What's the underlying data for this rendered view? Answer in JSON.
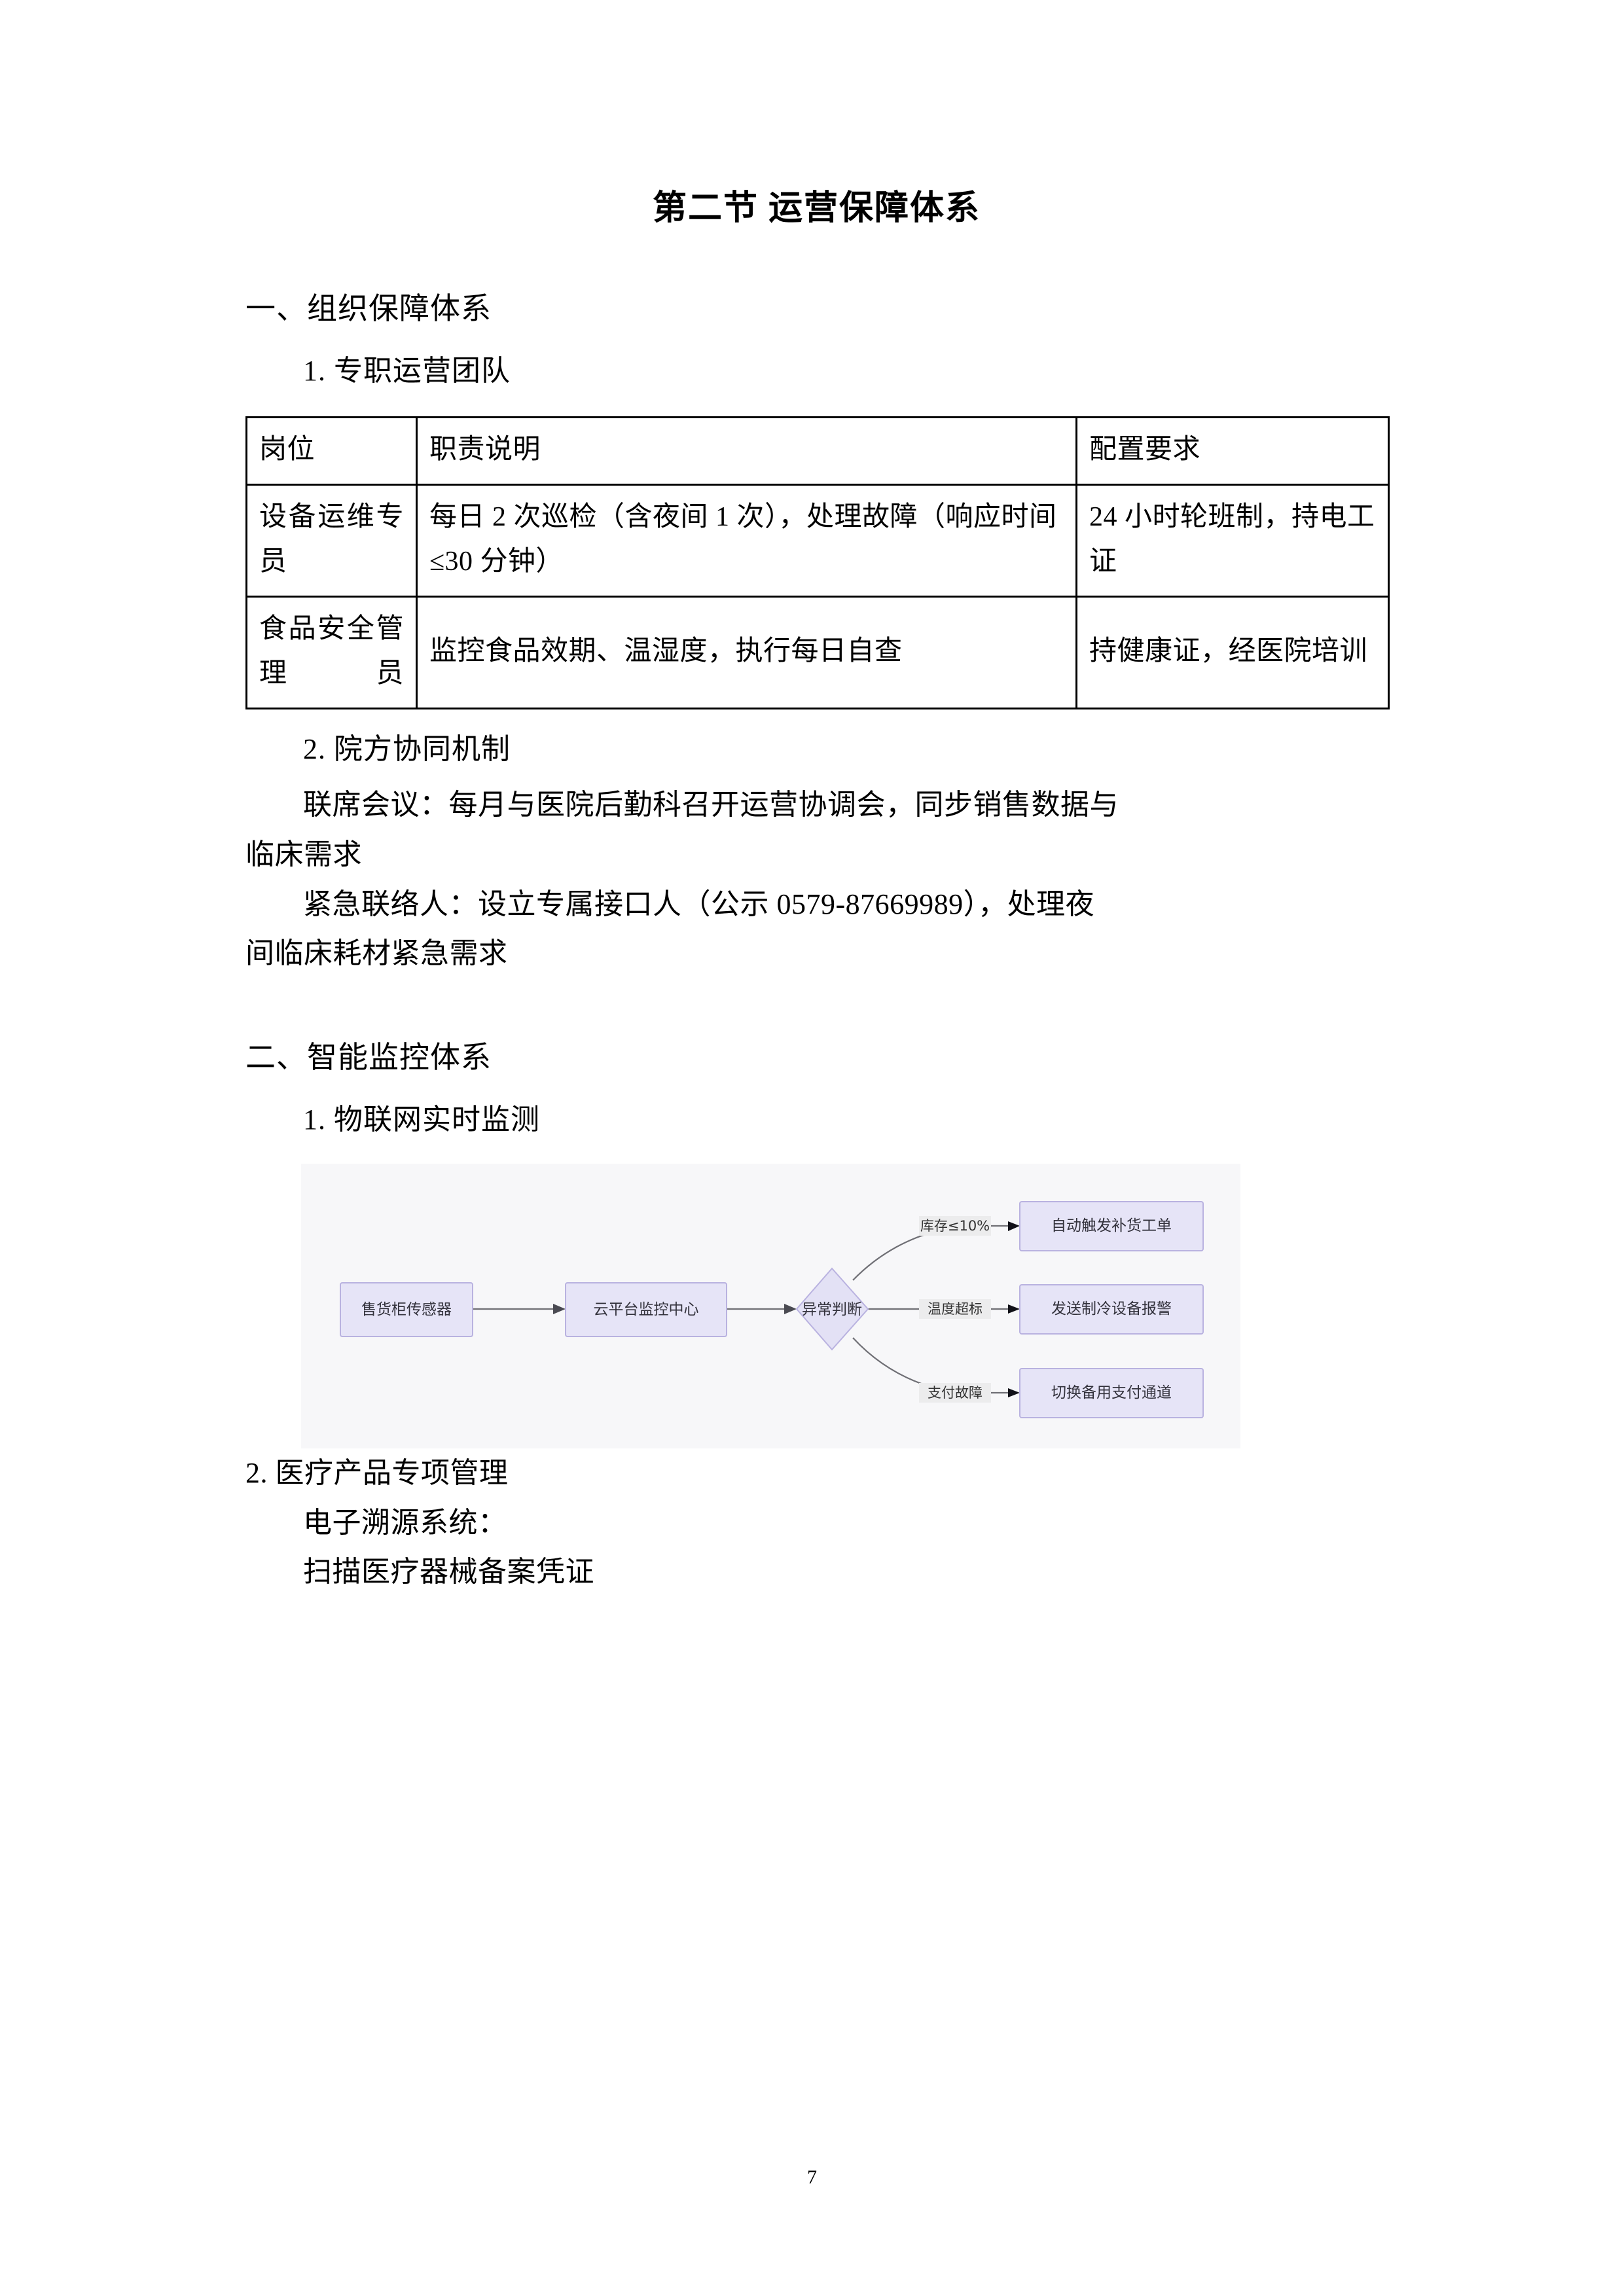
{
  "document": {
    "title": "第二节 运营保障体系",
    "page_number": "7"
  },
  "sections": {
    "one": {
      "heading": "一、组织保障体系",
      "sub1": "1. 专职运营团队",
      "sub2": "2. 院方协同机制",
      "para_joint": "联席会议：每月与医院后勤科召开运营协调会，同步销售数据与",
      "para_joint_cont": "临床需求",
      "para_emergency": "紧急联络人：设立专属接口人（公示 0579-87669989），处理夜",
      "para_emergency_cont": "间临床耗材紧急需求"
    },
    "two": {
      "heading": "二、智能监控体系",
      "sub1": "1. 物联网实时监测",
      "sub2": "2. 医疗产品专项管理",
      "para_trace": "电子溯源系统：",
      "para_scan": "扫描医疗器械备案凭证"
    }
  },
  "staff_table": {
    "headers": [
      "岗位",
      "职责说明",
      "配置要求"
    ],
    "rows": [
      {
        "post": "设备运维专员",
        "duty": "每日 2 次巡检（含夜间 1 次），处理故障（响应时间≤30 分钟）",
        "requirement": "24 小时轮班制，持电工证"
      },
      {
        "post": "食品安全管理员",
        "duty": "监控食品效期、温湿度，执行每日自查",
        "requirement": "持健康证，经医院培训"
      }
    ]
  },
  "flowchart": {
    "type": "diagram",
    "nodes": {
      "sensor": "售货柜传感器",
      "cloud": "云平台监控中心",
      "decision": "异常判断",
      "branch1_target": "自动触发补货工单",
      "branch2_target": "发送制冷设备报警",
      "branch3_target": "切换备用支付通道"
    },
    "edge_labels": {
      "branch1": "库存≤10%",
      "branch2": "温度超标",
      "branch3": "支付故障"
    },
    "colors": {
      "node_fill": "#e6e4f7",
      "node_stroke": "#b9b2e0",
      "edge": "#6f6f75",
      "canvas": "#f7f7f9"
    }
  }
}
